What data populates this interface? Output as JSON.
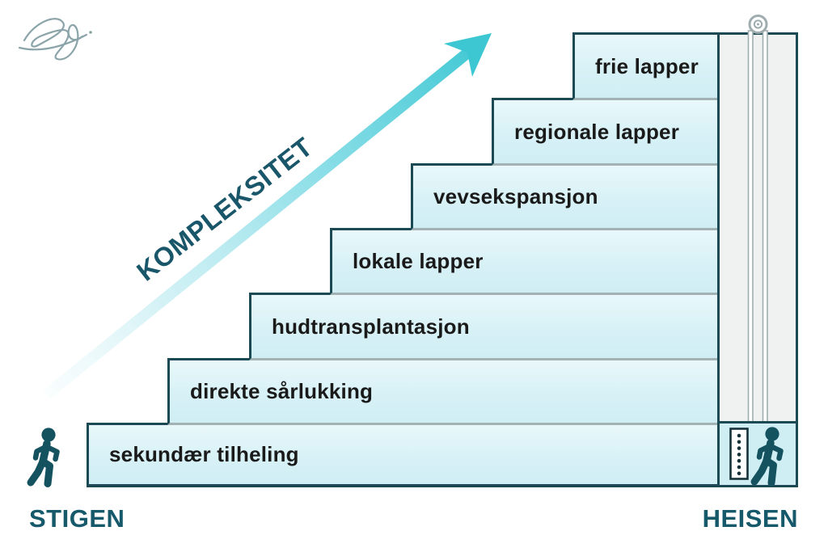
{
  "arrow": {
    "label": "KOMPLEKSITET",
    "color_start": "#eefafb",
    "color_end": "#3cc7d3"
  },
  "ladder": {
    "caption": "STIGEN",
    "steps": [
      {
        "label": "frie lapper"
      },
      {
        "label": "regionale lapper"
      },
      {
        "label": "vevsekspansjon"
      },
      {
        "label": "lokale lapper"
      },
      {
        "label": "hudtransplantasjon"
      },
      {
        "label": "direkte sårlukking"
      },
      {
        "label": "sekundær tilheling"
      }
    ]
  },
  "elevator": {
    "caption": "HEISEN",
    "button_count": 7
  },
  "icons": {
    "walker_left": "walking-person",
    "walker_elevator": "walking-person",
    "pulley": "pulley-wheel",
    "cable": "elevator-cable",
    "button_panel": "elevator-buttons",
    "signature": "handwritten-signature"
  },
  "colors": {
    "step_fill": "#d7f1f6",
    "outline": "#1c4a54",
    "separator": "#a3b2b4",
    "caption_text": "#16596a",
    "label_text": "#1a1a1a",
    "arrow_teal": "#3cc7d3",
    "shaft_fill": "#f0f2f2",
    "figure": "#14525f",
    "signature": "#8ba4a9"
  }
}
